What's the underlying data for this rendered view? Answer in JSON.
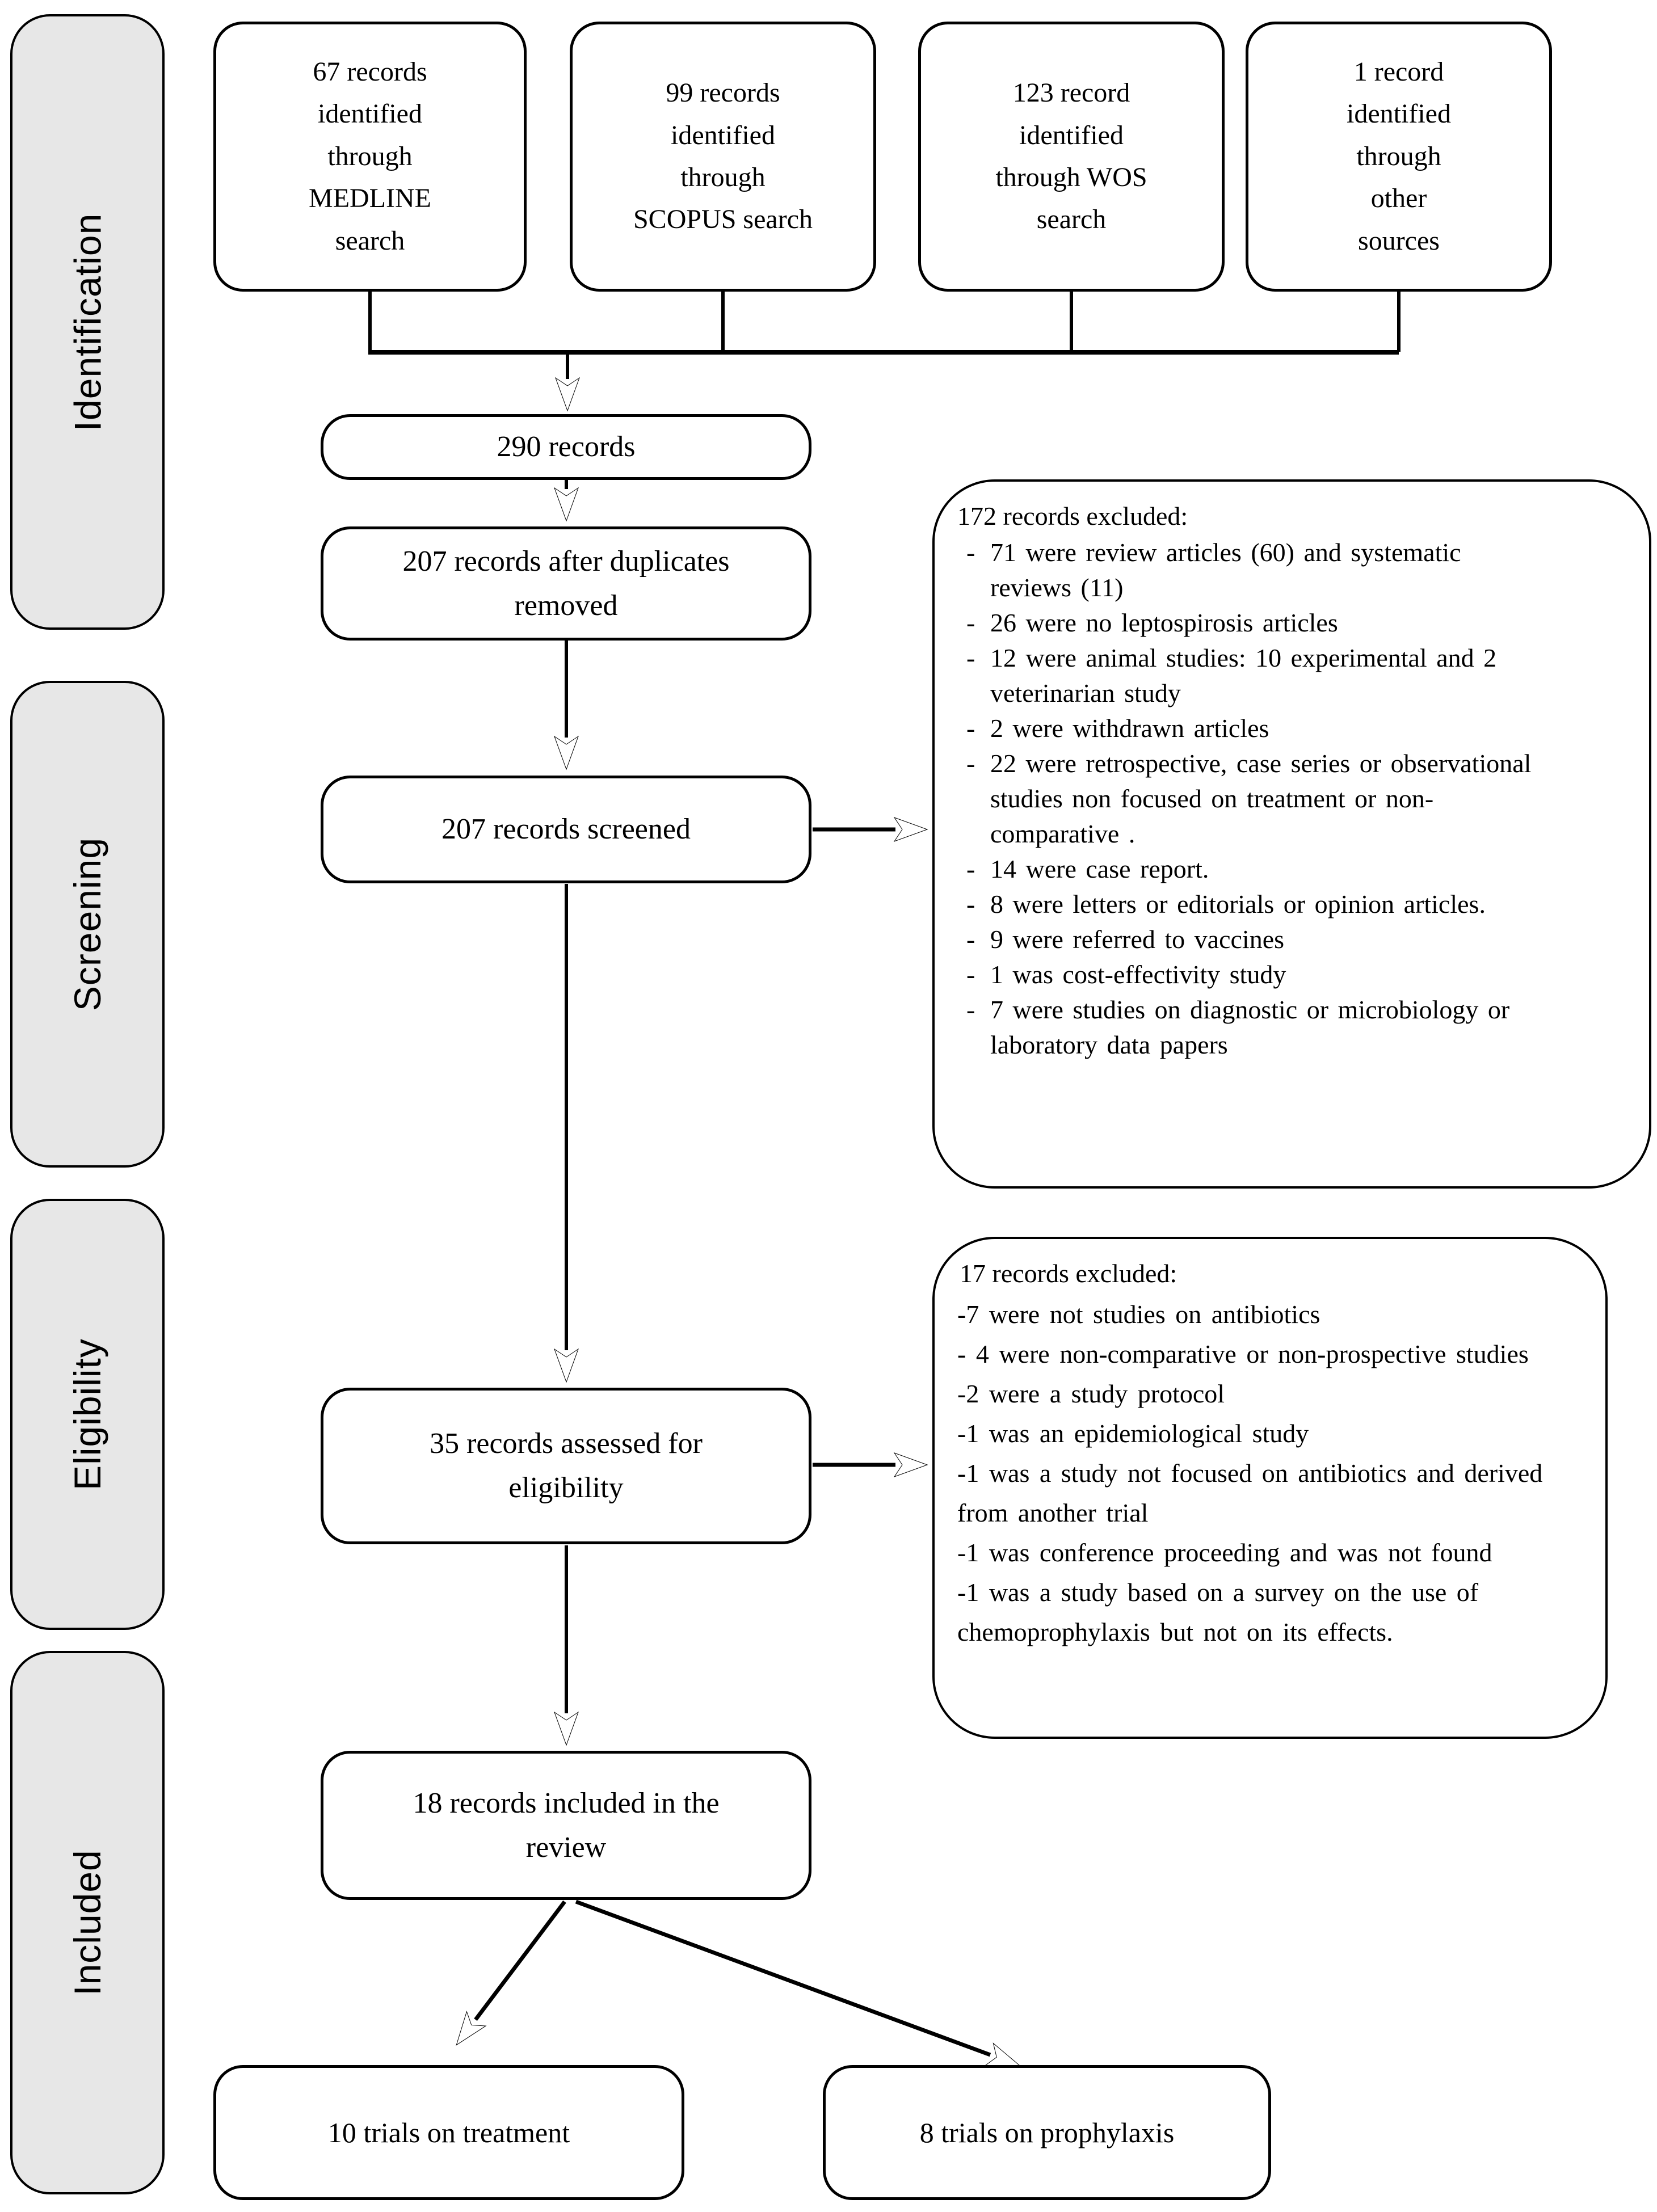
{
  "colors": {
    "background": "#ffffff",
    "sidebar_fill": "#e7e7e7",
    "border": "#000000",
    "text": "#000000"
  },
  "sidebar": {
    "sections": [
      {
        "label": "Identification"
      },
      {
        "label": "Screening"
      },
      {
        "label": "Eligibility"
      },
      {
        "label": "Included"
      }
    ]
  },
  "sources": [
    {
      "text": "67 records identified through MEDLINE search"
    },
    {
      "text": "99 records identified through SCOPUS search"
    },
    {
      "text": "123 record identified through WOS search"
    },
    {
      "text": "1 record identified through other sources"
    }
  ],
  "flow": {
    "total": "290 records",
    "deduplicated": "207 records after duplicates removed",
    "screened": "207 records screened",
    "assessed": "35 records assessed for eligibility",
    "included": "18 records included in the review",
    "treatment": "10 trials on treatment",
    "prophylaxis": "8 trials on prophylaxis"
  },
  "screening_exclusions": {
    "title": "172 records excluded:",
    "items": [
      "71 were review articles (60) and systematic reviews (11)",
      "26 were no leptospirosis articles",
      "12 were animal studies: 10 experimental and 2 veterinarian study",
      "2 were withdrawn articles",
      "22 were retrospective, case series or observational studies non focused on treatment or non-comparative .",
      "14 were case report.",
      "8 were letters or editorials or opinion articles.",
      "9 were referred to vaccines",
      "1 was cost-effectivity study",
      "7 were studies on diagnostic or microbiology or laboratory data papers"
    ]
  },
  "eligibility_exclusions": {
    "title": "17 records excluded:",
    "items": [
      "-7 were not studies on antibiotics",
      "- 4 were non-comparative or non-prospective studies",
      "-2 were a study protocol",
      "-1 was an epidemiological study",
      "-1 was a study not focused on antibiotics and derived from another trial",
      "-1 was conference proceeding and was not found",
      "-1 was a study based on a survey on the use of chemoprophylaxis but not on its effects."
    ]
  }
}
